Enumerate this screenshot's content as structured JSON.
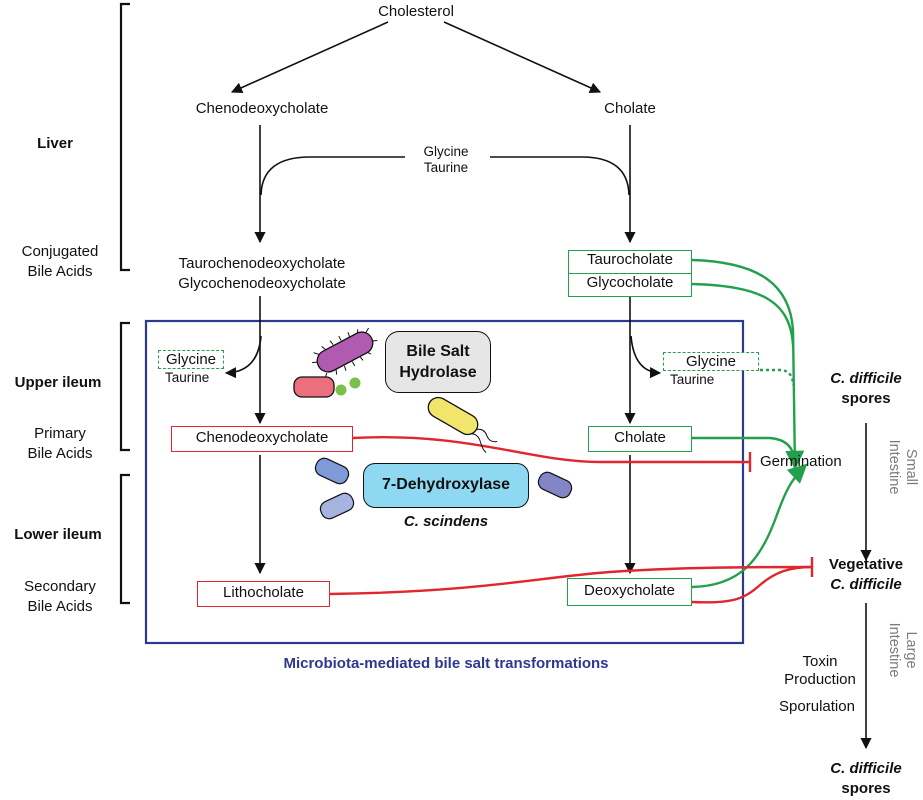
{
  "nodes": {
    "cholesterol": "Cholesterol",
    "chenodeoxycholate_top": "Chenodeoxycholate",
    "cholate_top": "Cholate",
    "glycine_top": "Glycine",
    "taurine_top": "Taurine",
    "taurochenodeoxycholate": "Taurochenodeoxycholate",
    "glycochenodeoxycholate": "Glycochenodeoxycholate",
    "taurocholate": "Taurocholate",
    "glycocholate": "Glycocholate",
    "glycine_left": "Glycine",
    "taurine_left": "Taurine",
    "glycine_right": "Glycine",
    "taurine_right": "Taurine",
    "chenodeoxycholate_box": "Chenodeoxycholate",
    "cholate_box": "Cholate",
    "lithocholate": "Lithocholate",
    "deoxycholate": "Deoxycholate",
    "bile_salt_hydrolase": [
      "Bile Salt",
      "Hydrolase"
    ],
    "dehydroxylase": "7-Dehydroxylase",
    "c_scindens": "C. scindens",
    "microbiota_caption": "Microbiota-mediated bile salt transformations"
  },
  "regions": {
    "liver": "Liver",
    "conjugated": [
      "Conjugated",
      "Bile Acids"
    ],
    "upper_ileum": "Upper ileum",
    "primary": [
      "Primary",
      "Bile Acids"
    ],
    "lower_ileum": "Lower ileum",
    "secondary": [
      "Secondary",
      "Bile Acids"
    ]
  },
  "cdiff": {
    "spores_top": [
      "C. difficile",
      "spores"
    ],
    "germination": "Germination",
    "vegetative": [
      "Vegetative",
      "C. difficile"
    ],
    "small_intestine": [
      "Small",
      "Intestine"
    ],
    "large_intestine": [
      "Large",
      "Intestine"
    ],
    "toxin": [
      "Toxin",
      "Production"
    ],
    "sporulation": "Sporulation",
    "spores_bottom": [
      "C. difficile",
      "spores"
    ]
  },
  "colors": {
    "promote": "#22a04b",
    "inhibit": "#e0262e",
    "microbiota_box": "#2b3990",
    "hydrolase_fill": "#e6e6e6",
    "dehydroxylase_fill": "#8fd8f2"
  }
}
